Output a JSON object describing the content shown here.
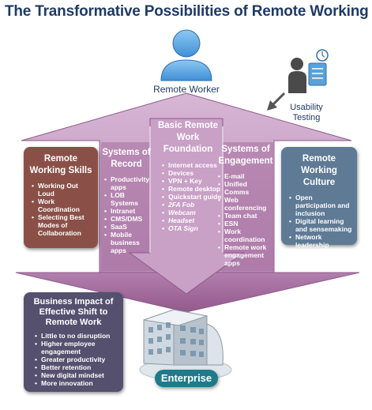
{
  "title": "The Transformative Possibilities of Remote Working",
  "remote_worker": {
    "label": "Remote Worker",
    "icon": "person-icon"
  },
  "usability": {
    "label": "Usability Testing",
    "icon": "tester-icon"
  },
  "skills": {
    "heading": "Remote Working Skills",
    "items": [
      "Working Out Loud",
      "Work Coordination",
      "Selecting Best Modes of Collaboration"
    ]
  },
  "record": {
    "heading": "Systems of Record",
    "items": [
      "Productivity apps",
      "LOB Systems",
      "Intranet",
      "CMS/DMS",
      "SaaS",
      "Mobile business apps"
    ]
  },
  "foundation": {
    "heading": "Basic Remote Work Foundation",
    "items": [
      "Internet access",
      "Devices",
      "VPN + Key",
      "Remote desktop",
      "Quickstart guide"
    ],
    "italic_items": [
      "2FA Fob",
      "Webcam",
      "Headset",
      "OTA Sign"
    ]
  },
  "engagement": {
    "heading": "Systems of Engagement",
    "items": [
      "E-mail",
      "Unified Comms",
      "Web conferencing",
      "Team chat",
      "ESN",
      "Work coordination",
      "Remote work engagement apps"
    ]
  },
  "culture": {
    "heading": "Remote Working Culture",
    "items": [
      "Open participation and inclusion",
      "Digital learning and sensemaking",
      "Network leadership"
    ]
  },
  "impact": {
    "heading": "Business Impact of Effective Shift to Remote Work",
    "items": [
      "Little to no disruption",
      "Higher employee engagement",
      "Greater productivity",
      "Better retention",
      "New digital mindset",
      "More innovation"
    ]
  },
  "enterprise": {
    "label": "Enterprise",
    "icon": "building-icon"
  },
  "colors": {
    "title": "#1f3a66",
    "arrow_up": "#c79cc4",
    "arrow_down": "#a8709f",
    "skills_box": "#8a5048",
    "culture_box": "#5f7a95",
    "impact_box": "#56506f",
    "enterprise_pill": "#1f7a8a"
  }
}
